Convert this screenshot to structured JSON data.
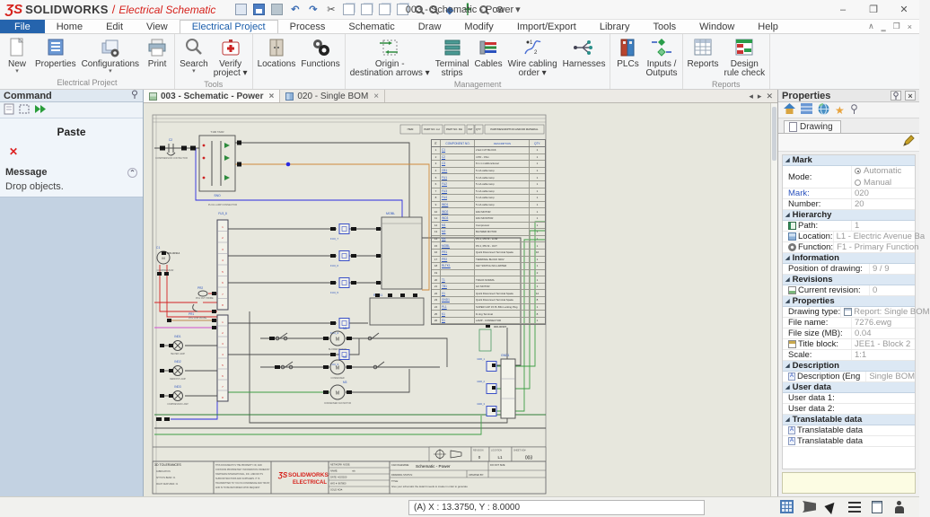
{
  "titlebar": {
    "logo_ds": "ƷS",
    "logo_main": "SOLIDWORKS",
    "logo_sep": "/",
    "logo_sub": "Electrical Schematic",
    "doc_title": "003 - Schematic - Power",
    "minimize": "–",
    "restore": "❐",
    "close": "✕"
  },
  "menubar": {
    "items": [
      {
        "label": "File"
      },
      {
        "label": "Home"
      },
      {
        "label": "Edit"
      },
      {
        "label": "View"
      },
      {
        "label": "Electrical Project"
      },
      {
        "label": "Process"
      },
      {
        "label": "Schematic"
      },
      {
        "label": "Draw"
      },
      {
        "label": "Modify"
      },
      {
        "label": "Import/Export"
      },
      {
        "label": "Library"
      },
      {
        "label": "Tools"
      },
      {
        "label": "Window"
      },
      {
        "label": "Help"
      }
    ],
    "active": "Electrical Project",
    "mini": {
      "collapse": "∧",
      "min": "‗",
      "restore": "❐",
      "close": "×"
    }
  },
  "ribbon": {
    "groups": [
      {
        "label": "Electrical Project"
      },
      {
        "label": "Tools"
      },
      {
        "label": ""
      },
      {
        "label": "Management"
      },
      {
        "label": ""
      },
      {
        "label": "Reports"
      }
    ],
    "buttons": {
      "new": "New",
      "properties": "Properties",
      "configurations": "Configurations",
      "print": "Print",
      "search": "Search",
      "verify": "Verify\nproject ▾",
      "locations": "Locations",
      "functions": "Functions",
      "origin": "Origin -\ndestination arrows ▾",
      "terminal": "Terminal\nstrips",
      "cables": "Cables",
      "wireorder": "Wire cabling\norder ▾",
      "harnesses": "Harnesses",
      "plcs": "PLCs",
      "io": "Inputs /\nOutputs",
      "reports": "Reports",
      "drc": "Design\nrule check"
    }
  },
  "command_panel": {
    "title": "Command",
    "command_name": "Paste",
    "cancel": "✕",
    "message_header": "Message",
    "message_text": "Drop objects."
  },
  "tabs": {
    "tab1": "003 - Schematic - Power",
    "tab2": "020 - Single BOM",
    "close": "×",
    "nav_prev": "◂",
    "nav_next": "▸",
    "nav_close": "✕"
  },
  "schematic": {
    "bom_outer_headers": [
      "ITEM",
      "PART NO. LH",
      "PART NO. RH",
      "PAT",
      "QTY",
      "PART/DESCRIPTION AND/OR MATERIAL"
    ],
    "bom": {
      "headers": {
        "it": "IT.",
        "comp": "COMPONENT NO.",
        "desc": "DESCRIPTION",
        "qty": "QTY."
      },
      "rows": [
        {
          "it": "1",
          "comp": "C1",
          "desc": "2 EA CUT BLOCK",
          "qty": "1"
        },
        {
          "it": "2",
          "comp": "C2",
          "desc": "4 PD - Ohm",
          "qty": "1"
        },
        {
          "it": "3",
          "comp": "C3",
          "desc": "8 in 1 multifunctional",
          "qty": "1"
        },
        {
          "it": "4",
          "comp": "CB1",
          "desc": "5 mA cable lamp",
          "qty": "1"
        },
        {
          "it": "5",
          "comp": "FU1",
          "desc": "5 mA cable lamp",
          "qty": "1"
        },
        {
          "it": "6",
          "comp": "FU2",
          "desc": "5 mA cable lamp",
          "qty": "1"
        },
        {
          "it": "7",
          "comp": "FU3",
          "desc": "5 mA cable lamp",
          "qty": "1"
        },
        {
          "it": "8",
          "comp": "FU4",
          "desc": "5 mA cable lamp",
          "qty": "1"
        },
        {
          "it": "9",
          "comp": "IND1",
          "desc": "5 mA cable lamp",
          "qty": "1"
        },
        {
          "it": "10",
          "comp": "IND2",
          "desc": "FAN MOTOR",
          "qty": "1"
        },
        {
          "it": "11",
          "comp": "IND3",
          "desc": "FAN MONITOR",
          "qty": "1"
        },
        {
          "it": "12",
          "comp": "M1",
          "desc": "Compressor",
          "qty": "1"
        },
        {
          "it": "13",
          "comp": "M2",
          "desc": "BLOWER MOTOR",
          "qty": "1"
        },
        {
          "it": "14",
          "comp": "M3",
          "desc": "PK 2, PIN M - LOW",
          "qty": "1"
        },
        {
          "it": "15",
          "comp": "MOBL",
          "desc": "PK 2, PIN M - OUT",
          "qty": "1"
        },
        {
          "it": "16",
          "comp": "PR1",
          "desc": "Quick Disconnect Terminal Spade",
          "qty": "16"
        },
        {
          "it": "17",
          "comp": "PR2",
          "desc": "TERMINAL BLOCK 600V",
          "qty": "1"
        },
        {
          "it": "18",
          "comp": "RLTK1",
          "desc": "KEY SWITCH NO-LIMITER",
          "qty": "1"
        },
        {
          "it": "19",
          "comp": "",
          "desc": "",
          "qty": "2"
        },
        {
          "it": "20",
          "comp": "T1",
          "desc": "TRACK NORMA",
          "qty": "1"
        },
        {
          "it": "21",
          "comp": "TB1",
          "desc": "GO MOTOR",
          "qty": "1"
        },
        {
          "it": "22",
          "comp": "X1",
          "desc": "Quick Disconnect Terminal Spade",
          "qty": "12"
        },
        {
          "it": "23",
          "comp": "GND1",
          "desc": "Quick Disconnect Terminal Spade",
          "qty": "8"
        },
        {
          "it": "24",
          "comp": "PL1",
          "desc": "SUPER CAP 15 PL BIG Locking Plug",
          "qty": "1"
        },
        {
          "it": "25",
          "comp": "K1",
          "desc": "D-ring Terminal",
          "qty": "8"
        },
        {
          "it": "26",
          "comp": "S1",
          "desc": "LAMP - CONNECTOR",
          "qty": "1"
        }
      ]
    },
    "labels": {
      "c2": "C2",
      "c2_desc": "COMPRESSOR CONTACTOR",
      "tr_top": "T100 TAFR",
      "tr_bot": "SNO",
      "c1": "C1",
      "c1_desc": "COMPRESSOR",
      "pr2": "PR2",
      "pr2_desc": "PKG CUT PROBE",
      "pr1": "PR1",
      "pr1_desc": "PKG LOW PROBE",
      "part_a": "000-00314",
      "part_b": "000-00307",
      "strip_top": "PLUG LAMP CONNECTOR",
      "strip_code": "FU3_8",
      "mobl": "MOBL",
      "rltk": "RLTK1",
      "fu0": "FU3_7",
      "fu1": "FU3_6",
      "fu2": "FU3_5",
      "fu3": "FU3_4",
      "fu4": "FU3_3",
      "m0": "M1",
      "m1": "M2",
      "m2": "M3",
      "md0": "BLOWER MOTOR",
      "md1": "CONDENSER",
      "md2": "CONDENSER FAN MOTOR",
      "ind0": "IND1",
      "ind1": "IND2",
      "ind2": "IND3",
      "indd0": "HEATER LAMP",
      "indd1": "DEFROST LAMP",
      "indd2": "COMPRESSOR LAMP",
      "gnd": "GND1",
      "gndp0": "GND_1",
      "gndp1": "GND_2",
      "gndp2": "GND_3",
      "motor_m": "M"
    },
    "title_block": {
      "tol_title": "3D TOLERANCES",
      "tol1": "FABRICATION",
      "tol2": "SHT MTL BEND:  ±1",
      "tol3": "MACH FEATURES:  ±1",
      "legal1": "THIS DOCUMENT IS THE PROPERTY OF, AND",
      "legal2": "CONTAINS PROPRIETARY INFORMATION OWNED BY",
      "legal3": "HARTNESS INTERNATIONAL, INC. AND/OR ITS",
      "legal4": "SUBCONTRACTORS AND SUPPLIERS. IT IS",
      "legal5": "TRANSMITTED TO YOU IN CONFIDENCE AND TRUST,",
      "legal6": "AND IS TO BE RETURNED UPON REQUEST.",
      "logo_ds": "ƷS",
      "logo1": "SOLIDWORKS",
      "logo2": "ELECTRICAL",
      "network_node": "NETWORK NODE:",
      "name": "NAME:",
      "name_val": "n/a",
      "date": "DATE: 4/2/2020",
      "wo": "W/O #: 867800",
      "sold": "SOLD NO#:",
      "cad_label": "CAD FILENAME:",
      "cad_value": "Schematic - Power",
      "do_not_size": "DO NOT SIZE",
      "drawing_status": "DRAWING STATUS:",
      "updated_by": "UPDATED BY:",
      "title_label": "TITLE:",
      "title_text": "Give your schematic the detail it needs to create in order to generate",
      "rev_h": "REVISION",
      "loc_h": "LOCATION",
      "sheet_h": "SHEET NO#",
      "rev_v": "0",
      "loc_v": "L1",
      "sheet_v": "003"
    }
  },
  "properties_panel": {
    "title": "Properties",
    "pin": "▾",
    "close": "×",
    "tab": "Drawing",
    "star": "★",
    "sections": {
      "mark": "Mark",
      "hierarchy": "Hierarchy",
      "information": "Information",
      "revisions": "Revisions",
      "properties": "Properties",
      "description": "Description",
      "user": "User data",
      "translatable": "Translatable data"
    },
    "fields": {
      "mode_label": "Mode:",
      "mode_auto": "Automatic",
      "mode_manual": "Manual",
      "mark_label": "Mark:",
      "mark_value": "020",
      "number_label": "Number:",
      "number_value": "20",
      "path_label": "Path:",
      "path_value": "1",
      "location_label": "Location:",
      "location_value": "L1 - Electric Avenue Ba",
      "function_label": "Function:",
      "function_value": "F1 - Primary Function",
      "position_label": "Position of drawing:",
      "position_value": "9 / 9",
      "revision_label": "Current revision:",
      "revision_value": "0",
      "drawing_type_label": "Drawing type:",
      "drawing_type_value": "Report: Single BOM",
      "file_name_label": "File name:",
      "file_name_value": "7276.ewg",
      "file_size_label": "File size (MB):",
      "file_size_value": "0.04",
      "title_block_label": "Title block:",
      "title_block_value": "JEE1 - Block 2",
      "scale_label": "Scale:",
      "scale_value": "1:1",
      "description_label": "Description (Eng",
      "description_value": "Single BOM",
      "user1_label": "User data 1:",
      "user2_label": "User data 2:",
      "translatable_label": "Translatable data",
      "ab": "A"
    }
  },
  "statusbar": {
    "coordinates": "(A) X : 13.3750, Y : 8.0000"
  }
}
